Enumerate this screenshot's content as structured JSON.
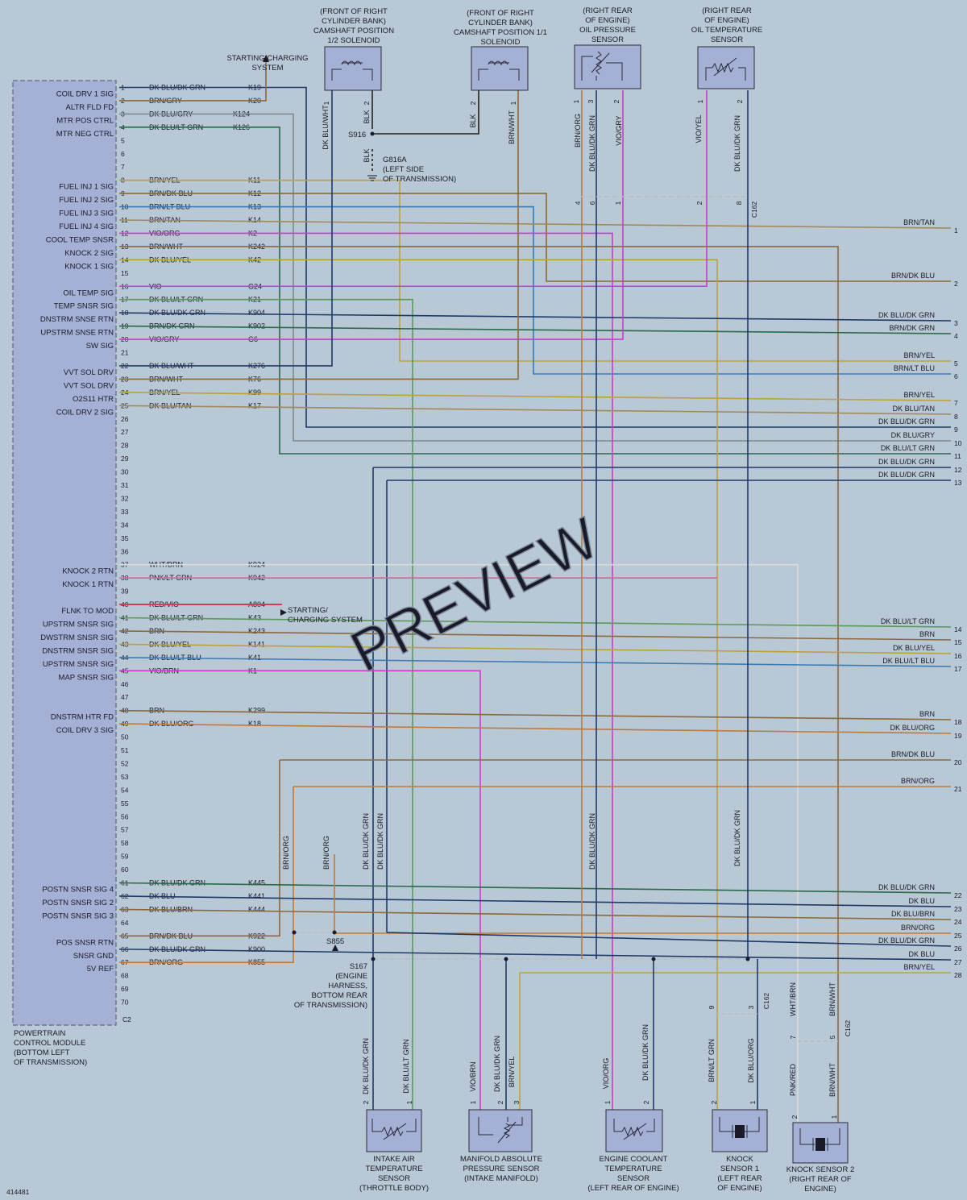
{
  "figure_id": "414481",
  "watermark": "PREVIEW",
  "colors": {
    "background": "#b9c8d5",
    "module_fill": "#a4b1d4",
    "module_border": "#6d7793",
    "ground_line": "#b8bcc2",
    "wire": {
      "BRN": "#8a6a3c",
      "YEL": "#bca23a",
      "DKBLU": "#1f3a6a",
      "DKGRN": "#2a6a4a",
      "LTGRN": "#5a9a5a",
      "LTBLU": "#3a7ab4",
      "VIO": "#d03ac8",
      "RED": "#d83a5a",
      "ORG": "#c07a3a",
      "TAN": "#a08a5a",
      "WHT": "#d8dcd8",
      "GRY": "#7a8a8a",
      "BLK": "#222222",
      "PNK": "#d06a9a"
    }
  },
  "pcm": {
    "caption": [
      "POWERTRAIN",
      "CONTROL MODULE",
      "(BOTTOM LEFT",
      "OF TRANSMISSION)"
    ],
    "connector": "C2",
    "pins": [
      {
        "n": "1",
        "sig": "COIL DRV 1 SIG",
        "wire": "DK BLU/DK GRN",
        "circ": "K19"
      },
      {
        "n": "2",
        "sig": "ALTR FLD FD",
        "wire": "BRN/GRY",
        "circ": "K20"
      },
      {
        "n": "3",
        "sig": "MTR POS CTRL",
        "wire": "DK BLU/GRY",
        "circ": "K124"
      },
      {
        "n": "4",
        "sig": "MTR NEG CTRL",
        "wire": "DK BLU/LT GRN",
        "circ": "K126"
      },
      {
        "n": "5",
        "sig": "",
        "wire": "",
        "circ": ""
      },
      {
        "n": "6",
        "sig": "",
        "wire": "",
        "circ": ""
      },
      {
        "n": "7",
        "sig": "",
        "wire": "",
        "circ": ""
      },
      {
        "n": "8",
        "sig": "FUEL INJ 1 SIG",
        "wire": "BRN/YEL",
        "circ": "K11"
      },
      {
        "n": "9",
        "sig": "FUEL INJ 2 SIG",
        "wire": "BRN/DK BLU",
        "circ": "K12"
      },
      {
        "n": "10",
        "sig": "FUEL INJ 3 SIG",
        "wire": "BRN/LT BLU",
        "circ": "K13"
      },
      {
        "n": "11",
        "sig": "FUEL INJ 4 SIG",
        "wire": "BRN/TAN",
        "circ": "K14"
      },
      {
        "n": "12",
        "sig": "COOL TEMP SNSR",
        "wire": "VIO/ORG",
        "circ": "K2"
      },
      {
        "n": "13",
        "sig": "KNOCK 2 SIG",
        "wire": "BRN/WHT",
        "circ": "K242"
      },
      {
        "n": "14",
        "sig": "KNOCK 1 SIG",
        "wire": "DK BLU/YEL",
        "circ": "K42"
      },
      {
        "n": "15",
        "sig": "",
        "wire": "",
        "circ": ""
      },
      {
        "n": "16",
        "sig": "OIL TEMP SIG",
        "wire": "VIO",
        "circ": "G24"
      },
      {
        "n": "17",
        "sig": "TEMP SNSR SIG",
        "wire": "DK BLU/LT GRN",
        "circ": "K21"
      },
      {
        "n": "18",
        "sig": "DNSTRM SNSE RTN",
        "wire": "DK BLU/DK GRN",
        "circ": "K904"
      },
      {
        "n": "19",
        "sig": "UPSTRM SNSE RTN",
        "wire": "BRN/DK GRN",
        "circ": "K902"
      },
      {
        "n": "20",
        "sig": "SW SIG",
        "wire": "VIO/GRY",
        "circ": "G6"
      },
      {
        "n": "21",
        "sig": "",
        "wire": "",
        "circ": ""
      },
      {
        "n": "22",
        "sig": "VVT SOL DRV",
        "wire": "DK BLU/WHT",
        "circ": "K276"
      },
      {
        "n": "23",
        "sig": "VVT SOL DRV",
        "wire": "BRN/WHT",
        "circ": "K76"
      },
      {
        "n": "24",
        "sig": "O2S11 HTR",
        "wire": "BRN/YEL",
        "circ": "K99"
      },
      {
        "n": "25",
        "sig": "COIL DRV 2 SIG",
        "wire": "DK BLU/TAN",
        "circ": "K17"
      },
      {
        "n": "26",
        "sig": "",
        "wire": "",
        "circ": ""
      },
      {
        "n": "27",
        "sig": "",
        "wire": "",
        "circ": ""
      },
      {
        "n": "28",
        "sig": "",
        "wire": "",
        "circ": ""
      },
      {
        "n": "29",
        "sig": "",
        "wire": "",
        "circ": ""
      },
      {
        "n": "30",
        "sig": "",
        "wire": "",
        "circ": ""
      },
      {
        "n": "31",
        "sig": "",
        "wire": "",
        "circ": ""
      },
      {
        "n": "32",
        "sig": "",
        "wire": "",
        "circ": ""
      },
      {
        "n": "33",
        "sig": "",
        "wire": "",
        "circ": ""
      },
      {
        "n": "34",
        "sig": "",
        "wire": "",
        "circ": ""
      },
      {
        "n": "35",
        "sig": "",
        "wire": "",
        "circ": ""
      },
      {
        "n": "36",
        "sig": "",
        "wire": "",
        "circ": ""
      },
      {
        "n": "37",
        "sig": "KNOCK 2 RTN",
        "wire": "WHT/BRN",
        "circ": "K924"
      },
      {
        "n": "38",
        "sig": "KNOCK 1 RTN",
        "wire": "PNK/LT GRN",
        "circ": "K942"
      },
      {
        "n": "39",
        "sig": "",
        "wire": "",
        "circ": ""
      },
      {
        "n": "40",
        "sig": "FLNK TO MOD",
        "wire": "RED/VIO",
        "circ": "A804"
      },
      {
        "n": "41",
        "sig": "UPSTRM SNSR SIG",
        "wire": "DK BLU/LT GRN",
        "circ": "K43"
      },
      {
        "n": "42",
        "sig": "DWSTRM SNSR SIG",
        "wire": "BRN",
        "circ": "K243"
      },
      {
        "n": "43",
        "sig": "DNSTRM SNSR SIG",
        "wire": "DK BLU/YEL",
        "circ": "K141"
      },
      {
        "n": "44",
        "sig": "UPSTRM SNSR SIG",
        "wire": "DK BLU/LT BLU",
        "circ": "K41"
      },
      {
        "n": "45",
        "sig": "MAP SNSR SIG",
        "wire": "VIO/BRN",
        "circ": "K1"
      },
      {
        "n": "46",
        "sig": "",
        "wire": "",
        "circ": ""
      },
      {
        "n": "47",
        "sig": "",
        "wire": "",
        "circ": ""
      },
      {
        "n": "48",
        "sig": "DNSTRM HTR FD",
        "wire": "BRN",
        "circ": "K299"
      },
      {
        "n": "49",
        "sig": "COIL DRV 3 SIG",
        "wire": "DK BLU/ORG",
        "circ": "K18"
      },
      {
        "n": "50",
        "sig": "",
        "wire": "",
        "circ": ""
      },
      {
        "n": "51",
        "sig": "",
        "wire": "",
        "circ": ""
      },
      {
        "n": "52",
        "sig": "",
        "wire": "",
        "circ": ""
      },
      {
        "n": "53",
        "sig": "",
        "wire": "",
        "circ": ""
      },
      {
        "n": "54",
        "sig": "",
        "wire": "",
        "circ": ""
      },
      {
        "n": "55",
        "sig": "",
        "wire": "",
        "circ": ""
      },
      {
        "n": "56",
        "sig": "",
        "wire": "",
        "circ": ""
      },
      {
        "n": "57",
        "sig": "",
        "wire": "",
        "circ": ""
      },
      {
        "n": "58",
        "sig": "",
        "wire": "",
        "circ": ""
      },
      {
        "n": "59",
        "sig": "",
        "wire": "",
        "circ": ""
      },
      {
        "n": "60",
        "sig": "",
        "wire": "",
        "circ": ""
      },
      {
        "n": "61",
        "sig": "POSTN SNSR SIG 4",
        "wire": "DK BLU/DK GRN",
        "circ": "K445"
      },
      {
        "n": "62",
        "sig": "POSTN SNSR SIG 2",
        "wire": "DK BLU",
        "circ": "K441"
      },
      {
        "n": "63",
        "sig": "POSTN SNSR SIG 3",
        "wire": "DK BLU/BRN",
        "circ": "K444"
      },
      {
        "n": "64",
        "sig": "",
        "wire": "",
        "circ": ""
      },
      {
        "n": "65",
        "sig": "POS SNSR RTN",
        "wire": "BRN/DK BLU",
        "circ": "K922"
      },
      {
        "n": "66",
        "sig": "SNSR GND",
        "wire": "DK BLU/DK GRN",
        "circ": "K900"
      },
      {
        "n": "67",
        "sig": "5V REF",
        "wire": "BRN/ORG",
        "circ": "K855"
      },
      {
        "n": "68",
        "sig": "",
        "wire": "",
        "circ": ""
      },
      {
        "n": "69",
        "sig": "",
        "wire": "",
        "circ": ""
      },
      {
        "n": "70",
        "sig": "",
        "wire": "",
        "circ": ""
      }
    ]
  },
  "right_edge": [
    {
      "n": "1",
      "label": "BRN/TAN"
    },
    {
      "n": "2",
      "label": "BRN/DK BLU"
    },
    {
      "n": "3",
      "label": "DK BLU/DK GRN"
    },
    {
      "n": "4",
      "label": "BRN/DK GRN"
    },
    {
      "n": "5",
      "label": "BRN/YEL"
    },
    {
      "n": "6",
      "label": "BRN/LT BLU"
    },
    {
      "n": "7",
      "label": "BRN/YEL"
    },
    {
      "n": "8",
      "label": "DK BLU/TAN"
    },
    {
      "n": "9",
      "label": "DK BLU/DK GRN"
    },
    {
      "n": "10",
      "label": "DK BLU/GRY"
    },
    {
      "n": "11",
      "label": "DK BLU/LT GRN"
    },
    {
      "n": "12",
      "label": "DK BLU/DK GRN"
    },
    {
      "n": "13",
      "label": "DK BLU/DK GRN"
    },
    {
      "n": "14",
      "label": "DK BLU/LT GRN"
    },
    {
      "n": "15",
      "label": "BRN"
    },
    {
      "n": "16",
      "label": "DK BLU/YEL"
    },
    {
      "n": "17",
      "label": "DK BLU/LT BLU"
    },
    {
      "n": "18",
      "label": "BRN"
    },
    {
      "n": "19",
      "label": "DK BLU/ORG"
    },
    {
      "n": "20",
      "label": "BRN/DK BLU"
    },
    {
      "n": "21",
      "label": "BRN/ORG"
    },
    {
      "n": "22",
      "label": "DK BLU/DK GRN"
    },
    {
      "n": "23",
      "label": "DK BLU"
    },
    {
      "n": "24",
      "label": "DK BLU/BRN"
    },
    {
      "n": "25",
      "label": "BRN/ORG"
    },
    {
      "n": "26",
      "label": "DK BLU/DK GRN"
    },
    {
      "n": "27",
      "label": "DK BLU"
    },
    {
      "n": "28",
      "label": "BRN/YEL"
    }
  ],
  "components": {
    "cam12": {
      "label": [
        "(FRONT OF RIGHT",
        "CYLINDER BANK)",
        "CAMSHAFT POSITION",
        "1/2 SOLENOID"
      ],
      "pins": [
        "1",
        "2"
      ]
    },
    "cam11": {
      "label": [
        "(FRONT OF RIGHT",
        "CYLINDER BANK)",
        "CAMSHAFT POSITION 1/1",
        "SOLENOID"
      ],
      "pins": [
        "2",
        "1"
      ]
    },
    "oilp": {
      "label": [
        "(RIGHT REAR",
        "OF ENGINE)",
        "OIL PRESSURE",
        "SENSOR"
      ],
      "pins": [
        "1",
        "3",
        "2"
      ]
    },
    "oilt": {
      "label": [
        "(RIGHT REAR",
        "OF ENGINE)",
        "OIL TEMPERATURE",
        "SENSOR"
      ],
      "pins": [
        "1",
        "2"
      ]
    },
    "iat": {
      "label": [
        "INTAKE AIR",
        "TEMPERATURE",
        "SENSOR",
        "(THROTTLE BODY)"
      ],
      "pins": [
        "2",
        "1"
      ]
    },
    "map": {
      "label": [
        "MANIFOLD ABSOLUTE",
        "PRESSURE SENSOR",
        "(INTAKE MANIFOLD)"
      ],
      "pins": [
        "1",
        "2",
        "3"
      ]
    },
    "ect": {
      "label": [
        "ENGINE COOLANT",
        "TEMPERATURE",
        "SENSOR",
        "(LEFT REAR OF ENGINE)"
      ],
      "pins": [
        "1",
        "2"
      ]
    },
    "ks1": {
      "label": [
        "KNOCK",
        "SENSOR 1",
        "(LEFT REAR",
        "OF ENGINE)"
      ],
      "pins": [
        "2",
        "1"
      ]
    },
    "ks2": {
      "label": [
        "KNOCK SENSOR 2",
        "(RIGHT REAR OF",
        "ENGINE)"
      ],
      "pins": [
        "2",
        "1"
      ]
    }
  },
  "notes": {
    "starting_charging_top": [
      "STARTING/CHARGING",
      "SYSTEM"
    ],
    "starting_charging_mid": [
      "STARTING/",
      "CHARGING SYSTEM"
    ],
    "s916": "S916",
    "g816a": [
      "G816A",
      "(LEFT SIDE",
      "OF TRANSMISSION)"
    ],
    "s855": "S855",
    "s167": [
      "S167",
      "(ENGINE",
      "HARNESS,",
      "BOTTOM REAR",
      "OF TRANSMISSION)"
    ],
    "c162": "C162"
  },
  "conn_pins": {
    "c162_top": [
      "4",
      "6",
      "1",
      "2",
      "8"
    ],
    "c162_low1": [
      "9",
      "3"
    ],
    "c162_low2": [
      "7",
      "5"
    ]
  },
  "vertical_labels": {
    "cam12_a": "DK BLU/WHT",
    "cam12_b": "BLK",
    "cam12_g": "BLK",
    "cam11_a": "BLK",
    "cam11_b": "BRN/WHT",
    "oilp_a": "BRN/ORG",
    "oilp_b": "DK BLU/DK GRN",
    "oilp_c": "VIO/GRY",
    "oilt_a": "VIO/YEL",
    "oilt_b": "DK BLU/DK GRN",
    "mid_a": "BRN/ORG",
    "mid_b": "BRN/ORG",
    "mid_c": "DK BLU/DK GRN",
    "mid_d": "DK BLU/DK GRN",
    "mid_e": "DK BLU/DK GRN",
    "mid_f": "DK BLU/DK GRN",
    "iat_a": "DK BLU/DK GRN",
    "iat_b": "DK BLU/LT GRN",
    "map_a": "VIO/BRN",
    "map_b": "DK BLU/DK GRN",
    "map_c": "BRN/YEL",
    "ect_a": "VIO/ORG",
    "ect_b": "DK BLU/DK GRN",
    "ks1_a": "BRN/LT GRN",
    "ks1_b": "DK BLU/ORG",
    "ks2_top_a": "WHT/BRN",
    "ks2_top_b": "BRN/WHT",
    "ks2_a": "PNK/RED",
    "ks2_b": "BRN/WHT"
  }
}
